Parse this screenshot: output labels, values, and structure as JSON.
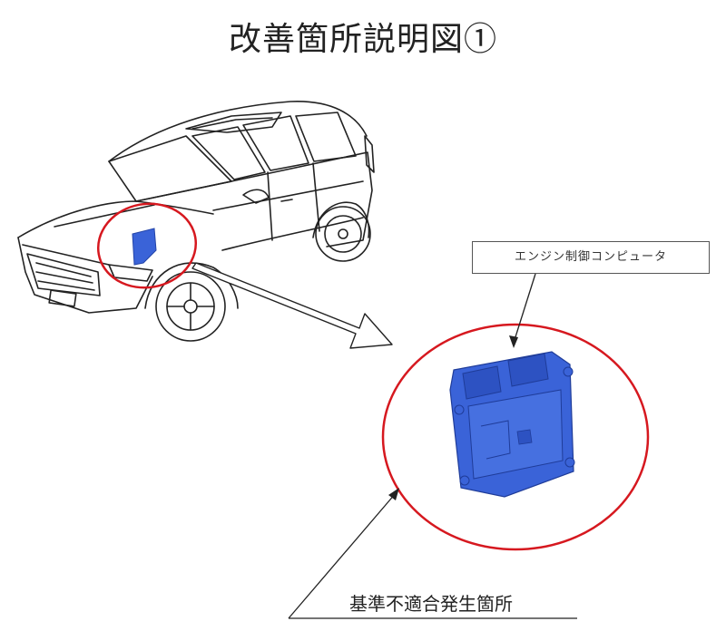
{
  "title": "改善箇所説明図①",
  "callouts": {
    "ecu": "エンジン制御コンピュータ",
    "defect_location": "基準不適合発生箇所"
  },
  "colors": {
    "highlight_circle": "#d6181f",
    "ecu_blue": "#3a63d8",
    "line": "#222222"
  },
  "illustration": {
    "vehicle": "suv-line-drawing",
    "component": "engine-control-unit"
  }
}
